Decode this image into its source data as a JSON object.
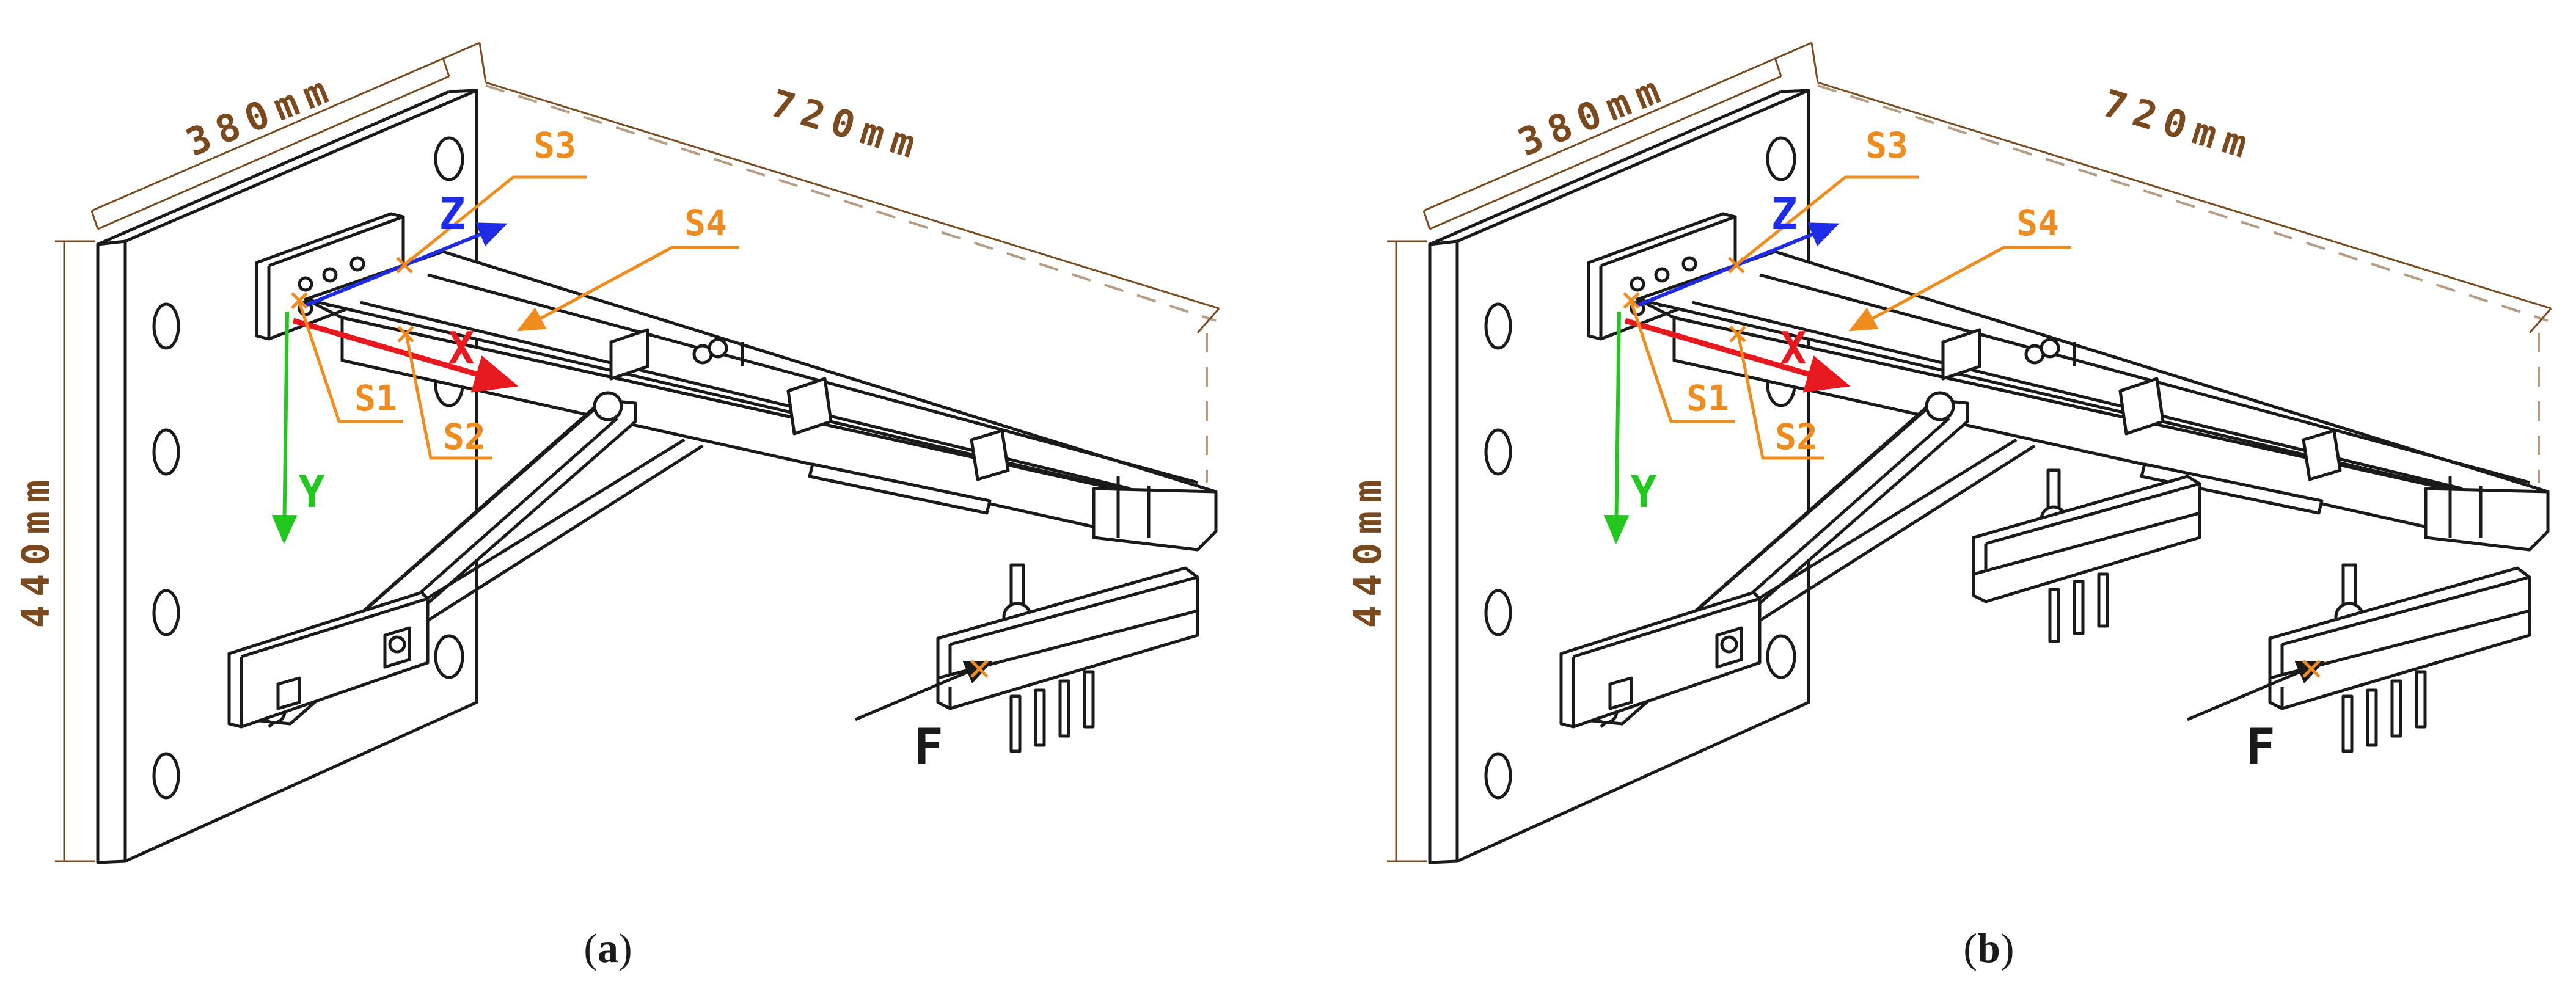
{
  "panels": [
    {
      "caption_open": "(",
      "caption_letter": "a",
      "caption_close": ")",
      "dim_width": "380mm",
      "dim_length": "720mm",
      "dim_height": "440mm",
      "axis_x": "X",
      "axis_y": "Y",
      "axis_z": "Z",
      "sensor_1": "S1",
      "sensor_2": "S2",
      "sensor_3": "S3",
      "sensor_4": "S4",
      "force": "F"
    },
    {
      "caption_open": "(",
      "caption_letter": "b",
      "caption_close": ")",
      "dim_width": "380mm",
      "dim_length": "720mm",
      "dim_height": "440mm",
      "axis_x": "X",
      "axis_y": "Y",
      "axis_z": "Z",
      "sensor_1": "S1",
      "sensor_2": "S2",
      "sensor_3": "S3",
      "sensor_4": "S4",
      "force": "F"
    }
  ],
  "colors": {
    "line": "#1a1a1a",
    "dimension": "#7a4a1e",
    "sensor": "#f08c1e",
    "x_axis": "#e8191e",
    "y_axis": "#22c81e",
    "z_axis": "#1e2ce8",
    "force": "#1a1a1a"
  }
}
